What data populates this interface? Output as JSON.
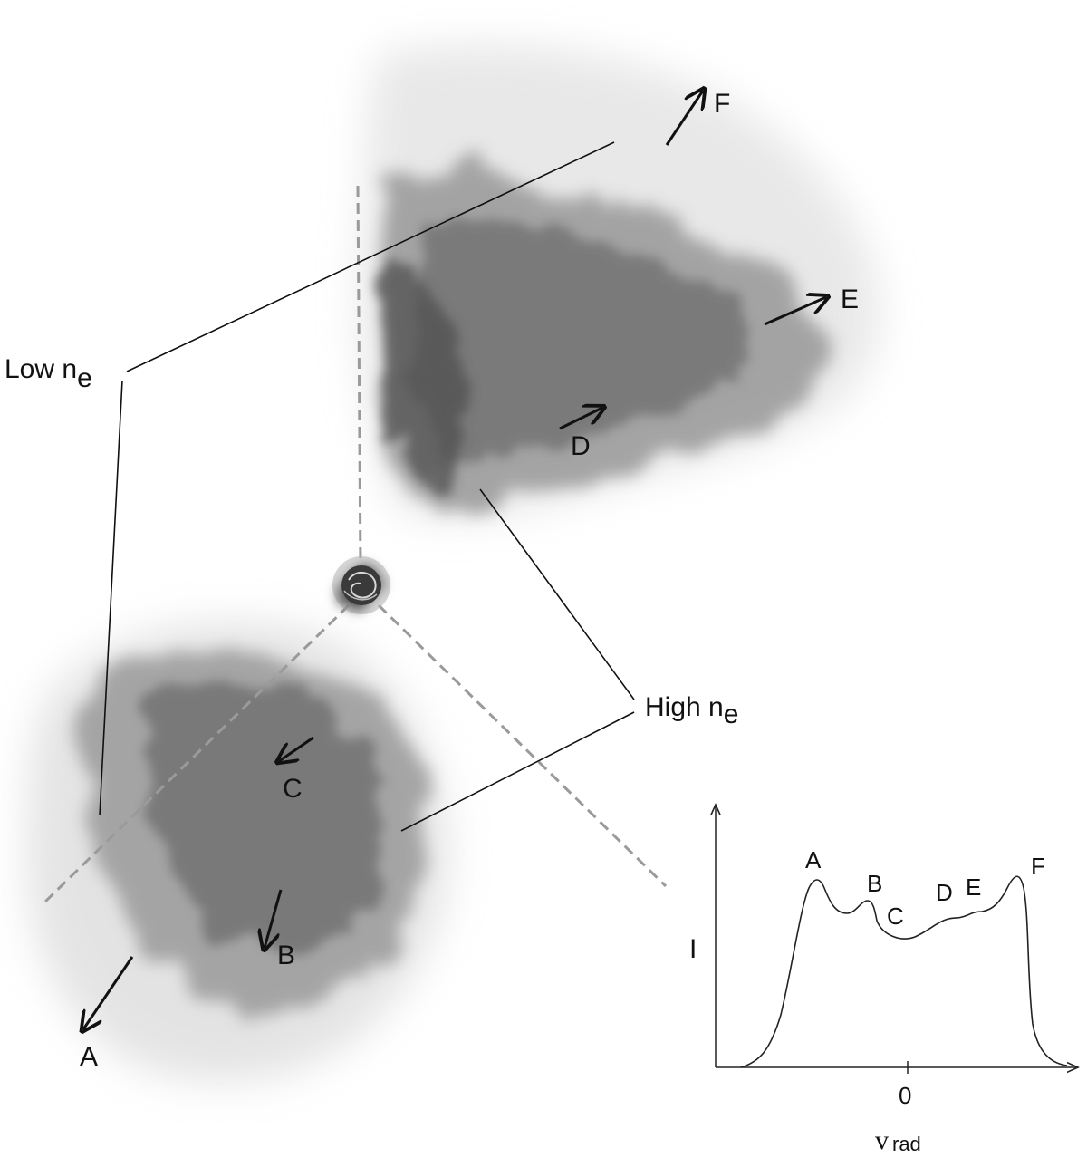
{
  "labels": {
    "low_ne_main": "Low n",
    "low_ne_sub": "e",
    "high_ne_main": "High n",
    "high_ne_sub": "e"
  },
  "arrows": [
    {
      "id": "A",
      "label": "A"
    },
    {
      "id": "B",
      "label": "B"
    },
    {
      "id": "C",
      "label": "C"
    },
    {
      "id": "D",
      "label": "D"
    },
    {
      "id": "E",
      "label": "E"
    },
    {
      "id": "F",
      "label": "F"
    }
  ],
  "profile_plot": {
    "y_axis_label": "I",
    "x_axis_tick": "0",
    "x_axis_label_main": "v",
    "x_axis_label_sub": "rad",
    "peak_labels": [
      "A",
      "B",
      "C",
      "D",
      "E",
      "F"
    ]
  },
  "colors": {
    "cloud_dark": "#4a4a4a",
    "cloud_mid": "#7a7a7a",
    "cloud_light": "#bdbdbd",
    "axis_dash": "#9a9a9a",
    "ink": "#111111"
  }
}
